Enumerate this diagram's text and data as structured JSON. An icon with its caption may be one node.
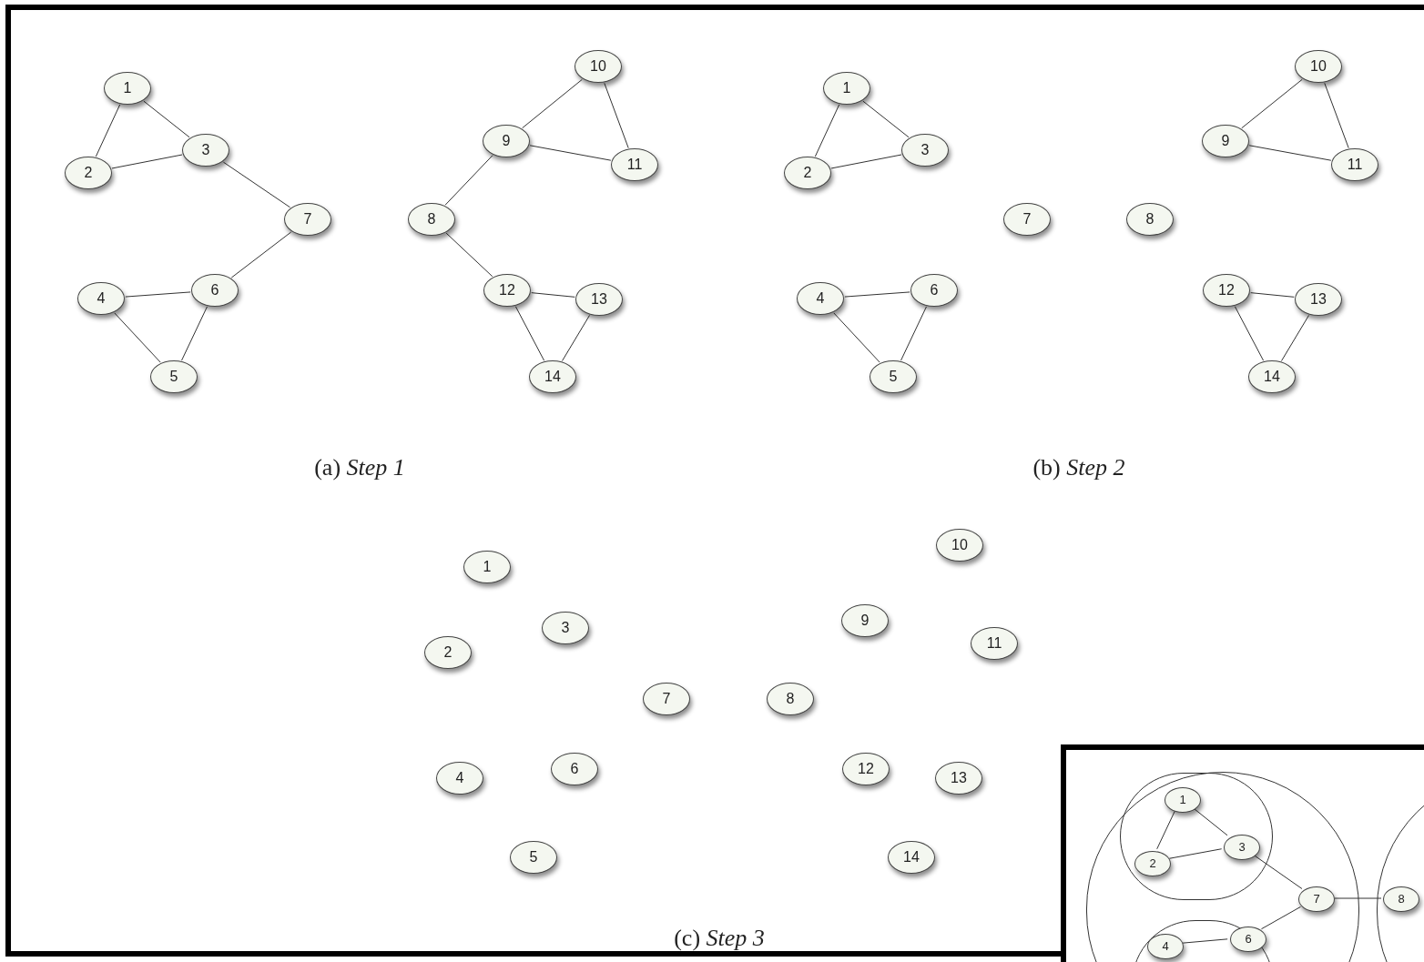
{
  "diagram": {
    "nodes": [
      {
        "text": [
          "1"
        ]
      },
      {
        "text": [
          "2"
        ]
      },
      {
        "text": [
          "3"
        ]
      },
      {
        "text": [
          "7"
        ]
      },
      {
        "text": [
          "4"
        ]
      },
      {
        "text": [
          "6"
        ]
      },
      {
        "text": [
          "5"
        ]
      },
      {
        "text": [
          "10"
        ]
      },
      {
        "text": [
          "9"
        ]
      },
      {
        "text": [
          "11"
        ]
      },
      {
        "text": [
          "8"
        ]
      },
      {
        "text": [
          "12"
        ]
      },
      {
        "text": [
          "13"
        ]
      },
      {
        "text": [
          "14"
        ]
      },
      {
        "text": [
          "1"
        ]
      },
      {
        "text": [
          "2"
        ]
      },
      {
        "text": [
          "3"
        ]
      },
      {
        "text": [
          "7"
        ]
      },
      {
        "text": [
          "8"
        ]
      },
      {
        "text": [
          "4"
        ]
      },
      {
        "text": [
          "6"
        ]
      },
      {
        "text": [
          "5"
        ]
      },
      {
        "text": [
          "10"
        ]
      },
      {
        "text": [
          "9"
        ]
      },
      {
        "text": [
          "11"
        ]
      },
      {
        "text": [
          "12"
        ]
      },
      {
        "text": [
          "13"
        ]
      },
      {
        "text": [
          "14"
        ]
      },
      {
        "text": [
          "1"
        ]
      },
      {
        "text": [
          "2"
        ]
      },
      {
        "text": [
          "3"
        ]
      },
      {
        "text": [
          "7"
        ]
      },
      {
        "text": [
          "8"
        ]
      },
      {
        "text": [
          "4"
        ]
      },
      {
        "text": [
          "6"
        ]
      },
      {
        "text": [
          "5"
        ]
      },
      {
        "text": [
          "10"
        ]
      },
      {
        "text": [
          "9"
        ]
      },
      {
        "text": [
          "11"
        ]
      },
      {
        "text": [
          "12"
        ]
      },
      {
        "text": [
          "13"
        ]
      },
      {
        "text": [
          "14"
        ]
      },
      {
        "text": [],
        "shape": "circle"
      },
      {
        "text": [],
        "shape": "circle",
        "in": 42
      },
      {
        "text": [
          "1"
        ],
        "in": 43
      },
      {
        "text": [
          "2"
        ],
        "in": 43
      },
      {
        "text": [
          "3"
        ],
        "in": 43
      },
      {
        "text": [
          "7"
        ],
        "in": 42
      },
      {
        "text": [],
        "shape": "circle",
        "in": 42
      },
      {
        "text": [
          "4"
        ],
        "in": 48
      },
      {
        "text": [
          "6"
        ],
        "in": 48
      },
      {
        "text": [],
        "shape": "circle"
      },
      {
        "text": [
          "8"
        ],
        "in": 51
      }
    ],
    "edges": [
      {
        "from": 0,
        "to": 1,
        "arrow": "none"
      },
      {
        "from": 0,
        "to": 2,
        "arrow": "none"
      },
      {
        "from": 1,
        "to": 2,
        "arrow": "none"
      },
      {
        "from": 2,
        "to": 3,
        "arrow": "none"
      },
      {
        "from": 3,
        "to": 5,
        "arrow": "none"
      },
      {
        "from": 4,
        "to": 5,
        "arrow": "none"
      },
      {
        "from": 4,
        "to": 6,
        "arrow": "none"
      },
      {
        "from": 6,
        "to": 5,
        "arrow": "none"
      },
      {
        "from": 8,
        "to": 7,
        "arrow": "none"
      },
      {
        "from": 7,
        "to": 9,
        "arrow": "none"
      },
      {
        "from": 8,
        "to": 9,
        "arrow": "none"
      },
      {
        "from": 8,
        "to": 10,
        "arrow": "none"
      },
      {
        "from": 10,
        "to": 11,
        "arrow": "none"
      },
      {
        "from": 11,
        "to": 12,
        "arrow": "none"
      },
      {
        "from": 11,
        "to": 13,
        "arrow": "none"
      },
      {
        "from": 12,
        "to": 13,
        "arrow": "none"
      },
      {
        "from": 14,
        "to": 15,
        "arrow": "none"
      },
      {
        "from": 14,
        "to": 16,
        "arrow": "none"
      },
      {
        "from": 15,
        "to": 16,
        "arrow": "none"
      },
      {
        "from": 19,
        "to": 20,
        "arrow": "none"
      },
      {
        "from": 19,
        "to": 21,
        "arrow": "none"
      },
      {
        "from": 21,
        "to": 20,
        "arrow": "none"
      },
      {
        "from": 23,
        "to": 22,
        "arrow": "none"
      },
      {
        "from": 22,
        "to": 24,
        "arrow": "none"
      },
      {
        "from": 23,
        "to": 24,
        "arrow": "none"
      },
      {
        "from": 25,
        "to": 26,
        "arrow": "none"
      },
      {
        "from": 25,
        "to": 27,
        "arrow": "none"
      },
      {
        "from": 26,
        "to": 27,
        "arrow": "none"
      },
      {
        "from": 44,
        "to": 45,
        "arrow": "none"
      },
      {
        "from": 44,
        "to": 46,
        "arrow": "none"
      },
      {
        "from": 45,
        "to": 46,
        "arrow": "none"
      },
      {
        "from": 46,
        "to": 47,
        "arrow": "none"
      },
      {
        "from": 47,
        "to": 52,
        "arrow": "none"
      },
      {
        "from": 47,
        "to": 50,
        "arrow": "none"
      },
      {
        "from": 49,
        "to": 50,
        "arrow": "none"
      }
    ],
    "labels": [
      "(a) *Step 1*",
      "(b) *Step 2*",
      "(c) *Step 3*"
    ]
  }
}
